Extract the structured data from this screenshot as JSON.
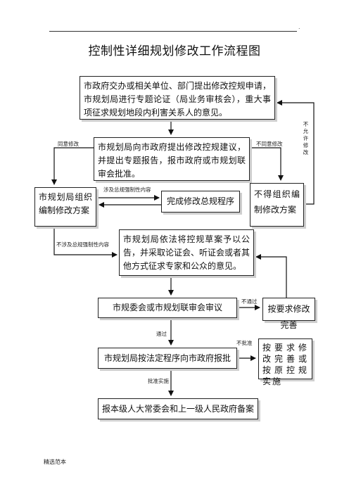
{
  "header": {
    "mark": "."
  },
  "title": "控制性详细规划修改工作流程图",
  "boxes": {
    "b1": "市政府交办或相关单位、部门提出修改控规申请，市规划局进行专题论证（局业务审核会），重大事项征求规划地段内利害关系人的意见。",
    "b2": "市规划局向市政府提出修改控规建议，并提出专题报告，报市政府或市规划联审会批准。",
    "b3": "市规划局组织编制修改方案",
    "b4": "完成修改总规程序",
    "b5": "不得组织编制修改方案",
    "b6": "市规划局依法将控规草案予以公告，并采取论证会、听证会或者其他方式征求专家和公众的意见。",
    "b7": "市规委会或市规划联审会审议",
    "b8": "按要求修改完善",
    "b9": "市规划局按法定程序向市政府报批",
    "b10": "按要求修改完善或按原控规实施",
    "b11": "报本级人大常委会和上一级人民政府备案"
  },
  "labels": {
    "agree": "同意修改",
    "disagree": "不同意修改",
    "not_allowed": "不允许修改",
    "involves": "涉及总规强制性内容",
    "not_involves": "不涉及总规强制性内容",
    "fail": "不通过",
    "pass": "通过",
    "not_approved": "不批准",
    "approved": "批准实施"
  },
  "footer": "精选范本"
}
